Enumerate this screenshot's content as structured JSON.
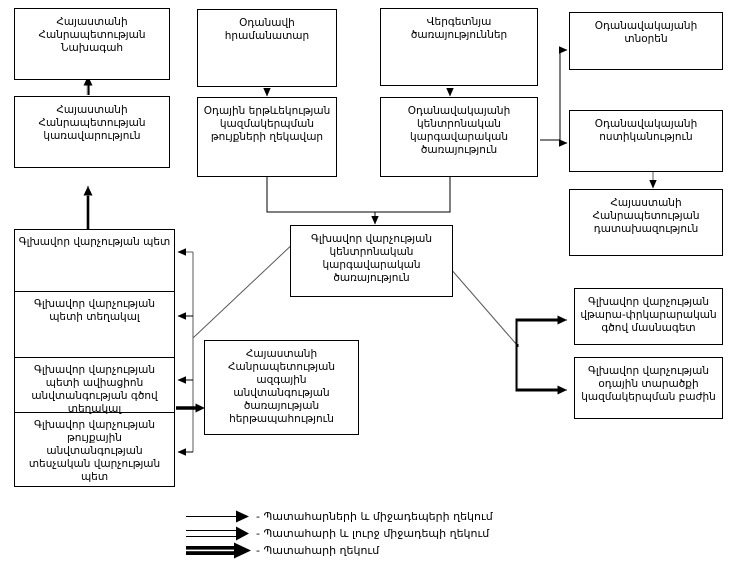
{
  "diagram": {
    "title_text": "",
    "colors": {
      "line": "#000000",
      "box_border": "#000000",
      "background": "#ffffff",
      "thin_line": "#595959"
    },
    "boxes": {
      "president": "Հայաստանի Հանրապետության Նախագահ",
      "government": "Հայաստանի Հանրապետության կառավարություն",
      "aircraft_commander": "Օդանավի հրամանատար",
      "atc_units_head": "Օդային երթևեկության կազմակերպման թույքների ղեկավար",
      "aviation_services": "Վերգետնյա ծառայություններ",
      "aviation_central_admin": "Օդանավակայանի կենտրոնական կարգավարական ծառայություն",
      "airport_director": "Օդանավակայանի տնօրեն",
      "airport_police": "Օդանավակայանի ոստիկանություն",
      "prosecutor": "Հայաստանի Հանրապետության դատախազություն",
      "chief_central_admin": "Գլխավոր վարչության կենտրոնական կարգավարական ծառայություն",
      "national_security_duty": "Հայաստանի Հանրապետության ազգային անվտանգության ծառայության հերթապահություն",
      "analytical_group": "Գլխավոր վարչության վթարա-փրկարարական գծով մասնագետ",
      "air_transport_dept": "Գլխավոր վարչության օդային տարածքի կազմակերպման բաժին"
    },
    "left_stack": [
      "Գլխավոր վարչության պետ",
      "Գլխավոր վարչության պետի տեղակալ",
      "Գլխավոր վարչության պետի ավիացիոն անվտանգության գծով տեղակալ",
      "Գլխավոր վարչության թույքային անվտանգության տեսչական վարչության պետ"
    ],
    "legend": [
      {
        "style": "thin-single",
        "label": "- Պատահարների և միջադեպերի ղեկում"
      },
      {
        "style": "medium-double",
        "label": "- Պատահարի և լուրջ միջադեպի ղեկում"
      },
      {
        "style": "thick-double",
        "label": "- Պատահարի ղեկում"
      }
    ]
  }
}
